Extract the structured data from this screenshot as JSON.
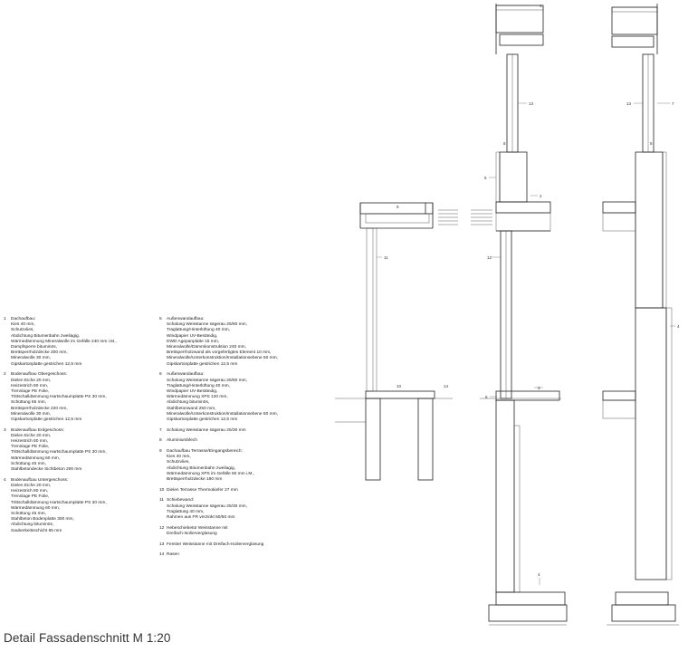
{
  "title": "Detail Fassadenschnitt  M 1:20",
  "legend_left": [
    {
      "num": "1",
      "lines": [
        "Dachaufbau:",
        "Kies 40 mm,",
        "Schutzvlies,",
        "Abdichtung Bitumenbahn zweilagig,",
        "Wärmedämmung Mineralwolle im Gefälle 240 mm i.M.,",
        "Dampfsperre bituminös,",
        "Brettsperrholzdecke 200 mm,",
        "Mineralwolle 30 mm,",
        "Gipskartonplatte gestrichen 12,5 mm"
      ]
    },
    {
      "num": "2",
      "lines": [
        "Bodenaufbau Obergeschoss:",
        "Dielen Eiche 20 mm,",
        "Heizestrich 80 mm,",
        "Trennlage PE Folie,",
        "Trittschalldämmung Hartschaumplatte PS 30 mm,",
        "Schüttung 65 mm,",
        "Brettsperrholzdecke 220 mm,",
        "Mineralwolle 30 mm,",
        "Gipskartonplatte gestrichen 12,5 mm"
      ]
    },
    {
      "num": "3",
      "lines": [
        "Bodenaufbau Erdgeschoss:",
        "Dielen Eiche 20 mm,",
        "Heizestrich 80 mm,",
        "Trennlage PE Folie,",
        "Trittschalldämmung Hartschaumplatte PS 30 mm,",
        "Wärmedämmung 60 mm,",
        "Schüttung 45 mm,",
        "Stahlbetondecke Sichtbeton  200 mm"
      ]
    },
    {
      "num": "4",
      "lines": [
        "Bodenaufbau Untergeschoss:",
        "Dielen Eiche 20 mm,",
        "Heizestrich 80 mm,",
        "Trennlage PE Folie,",
        "Trittschalldämmung Hartschaumplatte PS 30 mm,",
        "Wärmedämmung 60 mm,",
        "Schüttung 45 mm,",
        "Stahlbeton Bodenplatte  300 mm,",
        "Abdichtung bituminös,",
        "Sauberkeitsschicht 65 mm"
      ]
    }
  ],
  "legend_right": [
    {
      "num": "5",
      "lines": [
        "Außenwandaufbau:",
        "Schalung Weisstanne sägerau 25/60 mm,",
        "Traglattung/Hinterlüftung 40 mm,",
        "Windpapier UV-Beständig,",
        "DWD Agepanplatte 15 mm,",
        "Mineralwolle/Dämmkonstruktion 240 mm,",
        "Brettsperrholzwand als vorgefertigtes Element 10 mm,",
        "Mineralwolle/Unterkonstruktion/Installationsebene  50 mm,",
        "Gipskartonplatte gestrichen 12,5 mm"
      ]
    },
    {
      "num": "6",
      "lines": [
        "Außenwandaufbau:",
        "Schalung Weisstanne sägerau 25/60 mm,",
        "Traglattung/Hinterlüftung 40 mm,",
        "Windpapier UV-Beständig,",
        "Wärmedämmung XPS 120 mm,",
        "Abdichtung bituminös,",
        "Stahlbetonwand 250 mm,",
        "Mineralwolle/Unterkonstruktion/Installationsebene  50 mm,",
        "Gipskartonplatte gestrichen 12,5 mm"
      ]
    },
    {
      "num": "7",
      "lines": [
        "Schalung Weisstanne sägerau 25/30 mm"
      ]
    },
    {
      "num": "8",
      "lines": [
        "Aluminiumblech"
      ]
    },
    {
      "num": "9",
      "lines": [
        "Dachaufbau Terrasse/Eingangsbereich:",
        "Kies 40 mm,",
        "Schutzvlies,",
        "Abdichtung Bitumenbahn zweilagig,",
        "Wärmedämmung XPS im Gefälle 50 mm i.M.,",
        "Brettsperrholzdecke 180 mm"
      ]
    },
    {
      "num": "10",
      "lines": [
        "Dielen Terrasse Thermokiefer 27 mm"
      ]
    },
    {
      "num": "11",
      "lines": [
        "Schiebewand:",
        "Schalung Weisstanne sägerau 25/30 mm,",
        "Traglattung  40 mm,",
        "Rahmen aus FR verzinkt 50/50 mm"
      ]
    },
    {
      "num": "12",
      "lines": [
        "Hebeschiebetür Weisstanne mit",
        "Dreifach-Isolierverglasung"
      ]
    },
    {
      "num": "13",
      "lines": [
        "Fenster Weisstanne mit Dreifach-Isolierverglasung"
      ]
    },
    {
      "num": "14",
      "lines": [
        "Rasen"
      ]
    }
  ],
  "callouts": [
    "1",
    "2",
    "3",
    "4",
    "5",
    "6",
    "7",
    "8",
    "9",
    "10",
    "11",
    "12",
    "13",
    "14"
  ]
}
